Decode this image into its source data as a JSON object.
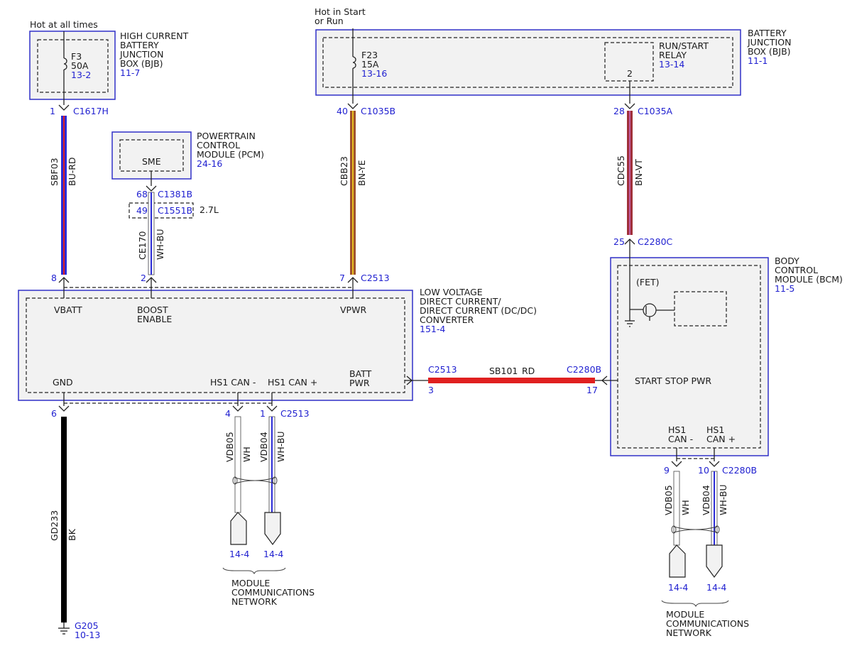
{
  "colors": {
    "module_border": "#3030c8",
    "ref_blue": "#1f1fd0",
    "wire_bu": "#2b2bd6",
    "wire_rd": "#e02020",
    "wire_bn": "#a0522d",
    "wire_ye": "#e8c020",
    "wire_vt": "#9a3a8a",
    "wire_bk": "#000000",
    "wire_wh": "#ffffff"
  },
  "labels": {
    "hot_at_all_times": "Hot at all times",
    "hot_start_run_1": "Hot in Start",
    "hot_start_run_2": "or Run",
    "option_27l": "2.7L",
    "network_1": "MODULE",
    "network_2": "COMMUNICATIONS",
    "network_3": "NETWORK"
  },
  "modules": {
    "hcbjb": {
      "line1": "HIGH CURRENT",
      "line2": "BATTERY",
      "line3": "JUNCTION",
      "line4": "BOX (BJB)",
      "ref": "11-7"
    },
    "pcm": {
      "line1": "POWERTRAIN",
      "line2": "CONTROL",
      "line3": "MODULE (PCM)",
      "ref": "24-16",
      "pin": "SME"
    },
    "bjb": {
      "line1": "BATTERY",
      "line2": "JUNCTION",
      "line3": "BOX (BJB)",
      "ref": "11-1"
    },
    "relay": {
      "line1": "RUN/START",
      "line2": "RELAY",
      "ref": "13-14",
      "pin": "2"
    },
    "dcdc": {
      "line1": "LOW VOLTAGE",
      "line2": "DIRECT CURRENT/",
      "line3": "DIRECT CURRENT (DC/DC)",
      "line4": "CONVERTER",
      "ref": "151-4",
      "pin_vbatt": "VBATT",
      "pin_boost_1": "BOOST",
      "pin_boost_2": "ENABLE",
      "pin_vpwr": "VPWR",
      "pin_gnd": "GND",
      "pin_can_minus": "HS1 CAN -",
      "pin_can_plus": "HS1 CAN +",
      "pin_batt_1": "BATT",
      "pin_batt_2": "PWR"
    },
    "bcm": {
      "line1": "BODY",
      "line2": "CONTROL",
      "line3": "MODULE (BCM)",
      "ref": "11-5",
      "fet": "(FET)",
      "start_stop": "START STOP PWR",
      "can_minus_1": "HS1",
      "can_minus_2": "CAN -",
      "can_plus_1": "HS1",
      "can_plus_2": "CAN +"
    }
  },
  "fuses": {
    "f3": {
      "name": "F3",
      "rating": "50A",
      "ref": "13-2"
    },
    "f23": {
      "name": "F23",
      "rating": "15A",
      "ref": "13-16"
    }
  },
  "connectors": {
    "c1617h": {
      "pin": "1",
      "name": "C1617H"
    },
    "c1381b": {
      "pin": "68",
      "name": "C1381B"
    },
    "c1551b": {
      "pin": "49",
      "name": "C1551B"
    },
    "c1035b": {
      "pin": "40",
      "name": "C1035B"
    },
    "c1035a": {
      "pin": "28",
      "name": "C1035A"
    },
    "c2280c": {
      "pin": "25",
      "name": "C2280C"
    },
    "c2513_vbatt": {
      "pin": "8"
    },
    "c2513_boost": {
      "pin": "2"
    },
    "c2513_vpwr": {
      "pin": "7",
      "name": "C2513"
    },
    "c2513_batt": {
      "pin": "3",
      "name": "C2513"
    },
    "c2280b_ss": {
      "pin": "17",
      "name": "C2280B"
    },
    "c2513_gnd": {
      "pin": "6"
    },
    "c2513_can_minus": {
      "pin": "4"
    },
    "c2513_can_plus": {
      "pin": "1",
      "name": "C2513"
    },
    "c2280b_can_minus": {
      "pin": "9"
    },
    "c2280b_can_plus": {
      "pin": "10",
      "name": "C2280B"
    }
  },
  "wires": {
    "sbf03": {
      "circuit": "SBF03",
      "color": "BU-RD"
    },
    "ce170": {
      "circuit": "CE170",
      "color": "WH-BU"
    },
    "cbb23": {
      "circuit": "CBB23",
      "color": "BN-YE"
    },
    "cdc55": {
      "circuit": "CDC55",
      "color": "BN-VT"
    },
    "sb101": {
      "circuit": "SB101",
      "color": "RD"
    },
    "gd233": {
      "circuit": "GD233",
      "color": "BK"
    },
    "vdb05_l": {
      "circuit": "VDB05",
      "color": "WH"
    },
    "vdb04_l": {
      "circuit": "VDB04",
      "color": "WH-BU"
    },
    "vdb05_r": {
      "circuit": "VDB05",
      "color": "WH"
    },
    "vdb04_r": {
      "circuit": "VDB04",
      "color": "WH-BU"
    }
  },
  "ground": {
    "name": "G205",
    "ref": "10-13"
  },
  "network_refs": {
    "l1": "14-4",
    "l2": "14-4",
    "r1": "14-4",
    "r2": "14-4"
  }
}
